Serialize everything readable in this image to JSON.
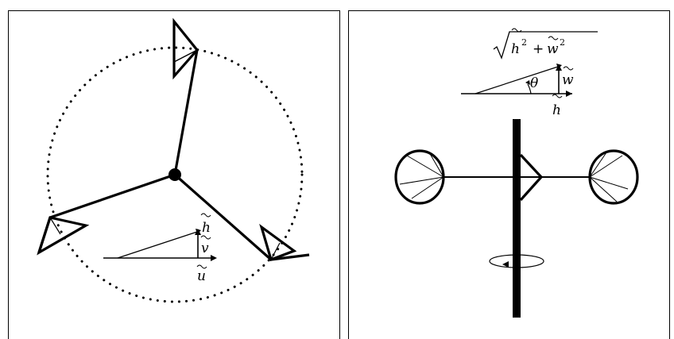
{
  "left": {
    "labels": {
      "h": "h",
      "v": "v",
      "u": "u"
    }
  },
  "right": {
    "labels": {
      "hyp_h": "h",
      "hyp_plus": "+",
      "hyp_w": "w",
      "theta": "θ",
      "w": "w",
      "h": "h",
      "sup2": "2"
    }
  },
  "colors": {
    "ink": "#000000",
    "background": "#ffffff"
  }
}
